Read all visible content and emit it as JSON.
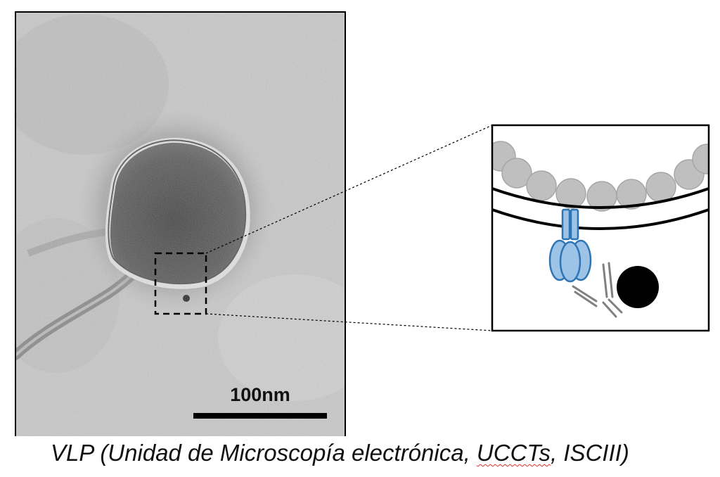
{
  "scale_bar": {
    "label": "100nm"
  },
  "caption": {
    "prefix": "VLP (Unidad de Microscopía electrónica, ",
    "flagged_word": "UCCTs",
    "suffix": ", ISCIII)"
  },
  "colors": {
    "protein": "#9dc3e6",
    "protein_stroke": "#2e75b6",
    "bead": "#bfbfbf",
    "bead_stroke": "#a6a6a6",
    "antibody": "#808080",
    "gold_particle": "#000000"
  },
  "icons": {
    "protein": "trimeric-spike-protein-icon",
    "antibody": "y-shaped-antibody-icon",
    "gold_particle": "gold-nanoparticle-icon"
  }
}
